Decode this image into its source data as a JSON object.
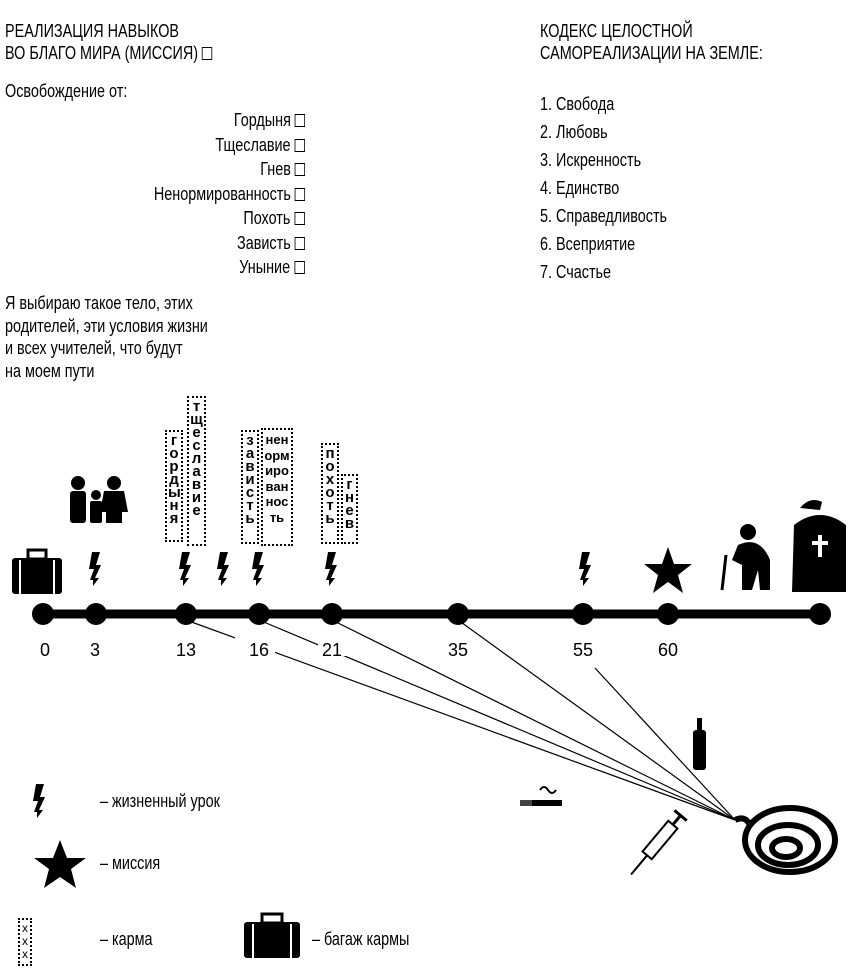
{
  "left": {
    "mission_title_1": "РЕАЛИЗАЦИЯ НАВЫКОВ",
    "mission_title_2": "ВО БЛАГО МИРА (МИССИЯ)",
    "freedom_label": "Освобождение от:",
    "vices": [
      "Гордыня",
      "Тщеславие",
      "Гнев",
      "Ненормированность",
      "Похоть",
      "Зависть",
      "Уныние"
    ],
    "choice": [
      "Я выбираю такое тело, этих",
      "родителей, эти условия жизни",
      "и всех учителей, что будут",
      "на моем пути"
    ]
  },
  "right": {
    "title_1": "КОДЕКС ЦЕЛОСТНОЙ",
    "title_2": "САМОРЕАЛИЗАЦИИ НА ЗЕМЛЕ:",
    "items": [
      "1. Свобода",
      "2. Любовь",
      "3. Искренность",
      "4. Единство",
      "5. Справедливость",
      "6. Всеприятие",
      "7. Счастье"
    ]
  },
  "karma_boxes": [
    "гордыня",
    "тщеславие",
    "зависть",
    "ненормированность",
    "похоть",
    "гнев"
  ],
  "timeline": {
    "ages": [
      "0",
      "3",
      "13",
      "16",
      "21",
      "35",
      "55",
      "60"
    ]
  },
  "legend": {
    "lesson": "– жизненный урок",
    "mission": "– миссия",
    "karma_sample": "xxx",
    "karma": "– карма",
    "baggage": "– багаж кармы"
  }
}
